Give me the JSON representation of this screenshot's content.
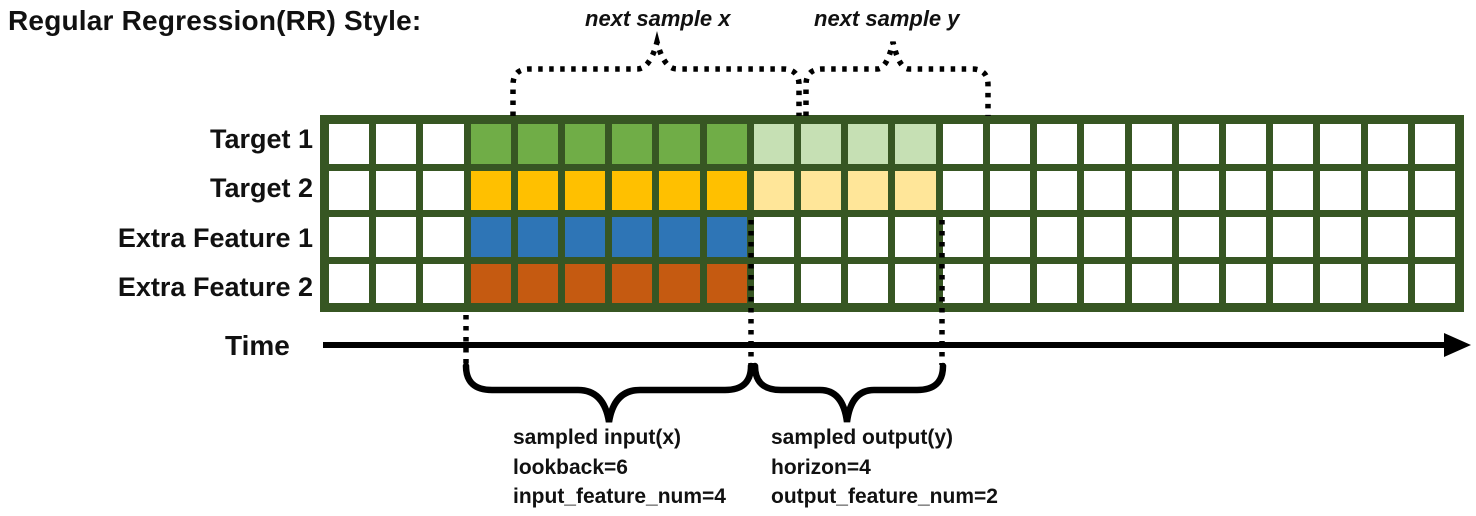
{
  "title": "Regular Regression(RR) Style:",
  "annotations": {
    "next_sample_x": "next sample x",
    "next_sample_y": "next sample y",
    "time_label": "Time",
    "input_block": [
      "sampled input(x)",
      "lookback=6",
      "input_feature_num=4"
    ],
    "output_block": [
      "sampled output(y)",
      "horizon=4",
      "output_feature_num=2"
    ]
  },
  "grid": {
    "columns": 24,
    "input_start_col": 4,
    "lookback": 6,
    "horizon": 4,
    "border_color": "#375623",
    "cell_color": "#FFFFFF",
    "rows": [
      {
        "label": "Target 1",
        "input_color": "#70AD47",
        "output_color": "#C6E0B4"
      },
      {
        "label": "Target 2",
        "input_color": "#FFC000",
        "output_color": "#FFE699"
      },
      {
        "label": "Extra Feature 1",
        "input_color": "#2E75B6",
        "output_color": null
      },
      {
        "label": "Extra Feature 2",
        "input_color": "#C55A11",
        "output_color": null
      }
    ]
  }
}
